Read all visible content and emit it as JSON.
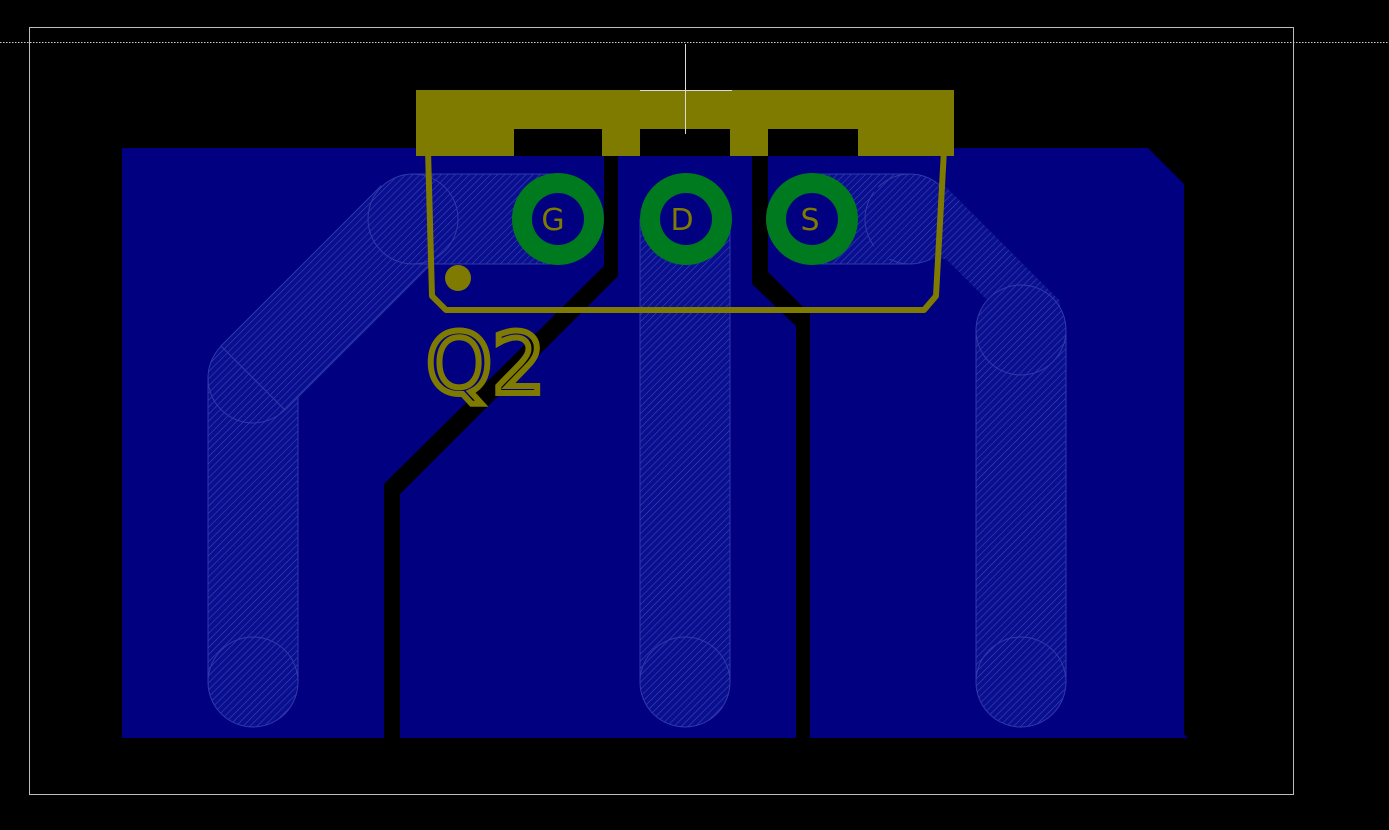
{
  "component": {
    "reference": "Q2",
    "pads": [
      {
        "label": "G"
      },
      {
        "label": "D"
      },
      {
        "label": "S"
      }
    ]
  },
  "colors": {
    "background": "#000000",
    "copper_fill": "#000080",
    "silkscreen": "#7f7a00",
    "pad_copper": "#007a1e",
    "pad_hole": "#000080",
    "pad_label": "#7f7a00",
    "outline": "#bdbdbd",
    "ghost_trace": "#3a44b8",
    "cursor": "#d9d9d9"
  }
}
